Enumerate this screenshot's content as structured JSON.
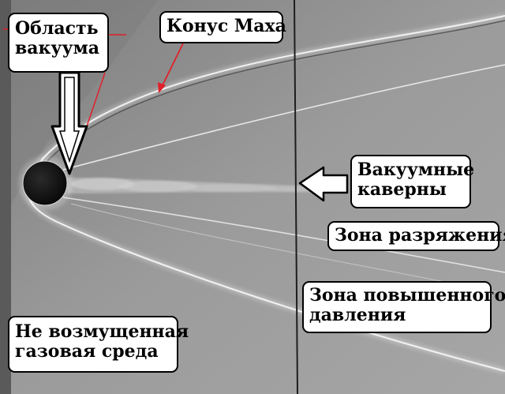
{
  "labels": {
    "vacuum_region": {
      "line1": "Область",
      "line2": "вакуума"
    },
    "mach_cone": {
      "text": "Конус Маха"
    },
    "vacuum_caverns": {
      "line1": "Вакуумные",
      "line2": "каверны"
    },
    "rarefaction_zone": {
      "text": "Зона разряжения"
    },
    "high_pressure_zone": {
      "line1": "Зона повышенного",
      "line2": "давления"
    },
    "undisturbed_medium": {
      "line1": "Не возмущенная",
      "line2": "газовая среда"
    }
  },
  "colors": {
    "background_gray": "#8f8f8f",
    "arrow_red": "#e0202a",
    "label_fill": "#ffffff",
    "label_border": "#000000"
  }
}
